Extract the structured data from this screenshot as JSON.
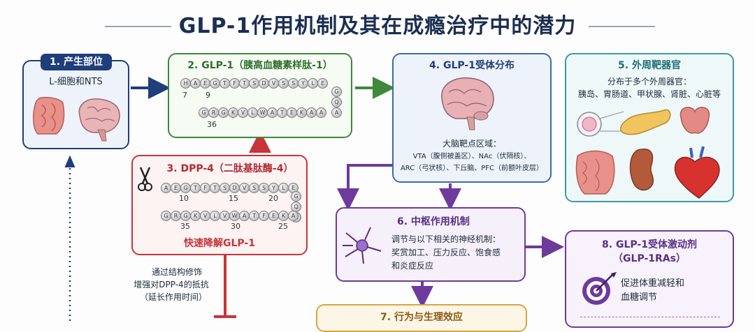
{
  "title": "GLP-1作用机制及其在成瘾治疗中的潜力",
  "box1": {
    "header": "1. 产生部位",
    "subtitle": "L-细胞和NTS"
  },
  "box2": {
    "header": "2. GLP-1（胰高血糖素样肽-1）",
    "row1": [
      "H",
      "A",
      "E",
      "G",
      "T",
      "F",
      "T",
      "S",
      "D",
      "V",
      "S",
      "S",
      "Y",
      "L",
      "E"
    ],
    "right": [
      "G",
      "Q",
      "A"
    ],
    "row2": [
      "G",
      "R",
      "G",
      "K",
      "V",
      "L",
      "W",
      "A",
      "T",
      "E",
      "K",
      "A",
      "A"
    ],
    "labels": [
      "7",
      "9",
      "36"
    ]
  },
  "box3": {
    "header": "3. DPP-4（二肽基肽酶-4）",
    "row1": [
      "A",
      "E",
      "G",
      "T",
      "F",
      "T",
      "S",
      "D",
      "V",
      "S",
      "S",
      "Y",
      "L",
      "E"
    ],
    "right": [
      "G",
      "Q",
      "A"
    ],
    "row2": [
      "G",
      "R",
      "G",
      "K",
      "V",
      "L",
      "V",
      "W",
      "A",
      "T",
      "F",
      "E",
      "K",
      "A"
    ],
    "top_labels": [
      "10",
      "15",
      "20"
    ],
    "bottom_labels": [
      "35",
      "30",
      "25"
    ],
    "footer": "快速降解GLP-1"
  },
  "box4": {
    "header": "4. GLP-1受体分布",
    "subtitle": "大脑靶点区域：",
    "line1": "VTA（腹侧被盖区）、NAc（伏隔核）、",
    "line2": "ARC（弓状核）、下丘脑、PFC（前额叶皮层）"
  },
  "box5": {
    "header": "5. 外周靶器官",
    "line1": "分布于多个外周器官：",
    "line2": "胰岛、胃肠道、甲状腺、肾脏、心脏等"
  },
  "box6": {
    "header": "6. 中枢作用机制",
    "line1": "调节与以下相关的神经机制：",
    "line2": "奖赏加工、压力反应、饱食感",
    "line3": "和炎症反应"
  },
  "box7": {
    "header": "7. 行为与生理效应"
  },
  "box8": {
    "header": "8. GLP-1受体激动剂",
    "subheader": "（GLP-1RAs）",
    "line1": "促进体重减轻和",
    "line2": "血糖调节"
  },
  "note": {
    "line1": "通过结构修饰",
    "line2": "增强对DPP-4的抵抗",
    "line3": "（延长作用时间）"
  },
  "colors": {
    "navy": "#1f3e7a",
    "green": "#3d8a3a",
    "red": "#c7343a",
    "blue": "#3e6aad",
    "teal": "#3a9aa5",
    "purple": "#6e3a9c",
    "orange": "#d9a440"
  }
}
